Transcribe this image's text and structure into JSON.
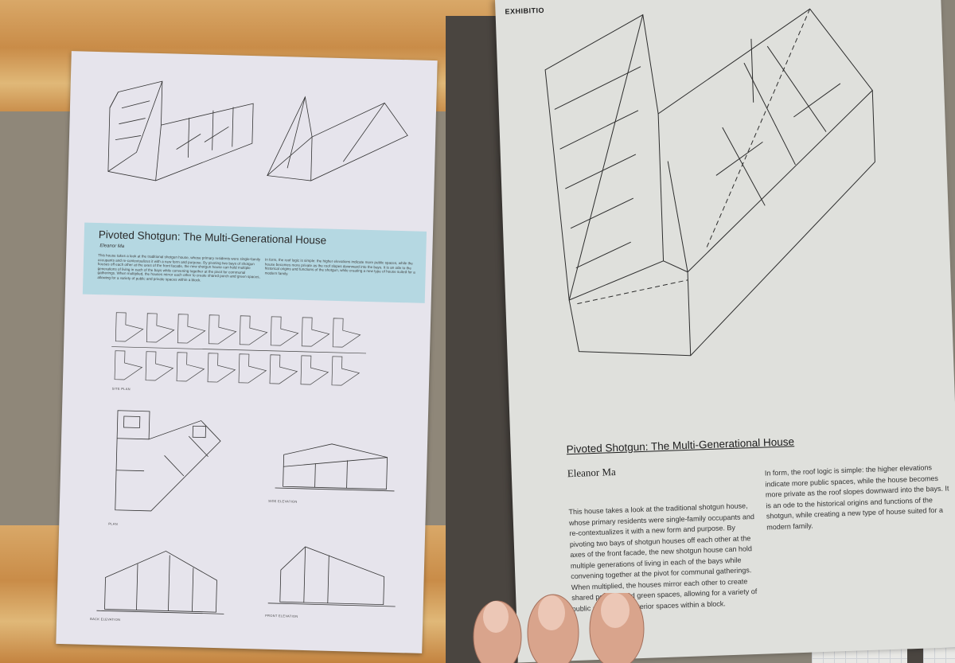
{
  "left_page": {
    "title": "Pivoted Shotgun: The Multi-Generational House",
    "author": "Eleanor Ma",
    "paragraph_left": "This house takes a look at the traditional shotgun house, whose primary residents were single-family occupants and re-contextualizes it with a new form and purpose. By pivoting two bays of shotgun houses off each other at the axes of the front facade, the new shotgun house can hold multiple generations of living in each of the bays while convening together at the pivot for communal gatherings. When multiplied, the houses mirror each other to create shared porch and green spaces, allowing for a variety of public and private spaces within a block.",
    "paragraph_right": "In form, the roof logic is simple: the higher elevations indicate more public spaces, while the house becomes more private as the roof slopes downward into the bays. It is an ode to the historical origins and functions of the shotgun, while creating a new type of house suited for a modern family.",
    "labels": {
      "site_plan": "SITE PLAN",
      "plan": "PLAN",
      "side_elevation": "SIDE ELEVATION",
      "back_elevation": "BACK ELEVATION",
      "front_elevation": "FRONT ELEVATION"
    }
  },
  "right_page": {
    "header": "EXHIBITIO",
    "title": "Pivoted Shotgun: The Multi-Generational House",
    "author": "Eleanor Ma",
    "paragraph_left": "This house takes a look at the traditional shotgun house, whose primary residents were single-family occupants and re-contextualizes it with a new form and purpose. By pivoting two bays of shotgun houses off each other at the axes of the front facade, the new shotgun house can hold multiple generations of living in each of the bays while convening together at the pivot for communal gatherings. When multiplied, the houses mirror each other to create shared porches and green spaces, allowing for a variety of public and private exterior spaces within a block.",
    "paragraph_right": "In form, the roof logic is simple: the higher elevations indicate more public spaces, while the house becomes more private as the roof slopes downward into the bays. It is an ode to the historical origins and functions of the shotgun, while creating a new type of house suited for a modern family."
  },
  "colors": {
    "blue_band": "#b5d8e2",
    "paper_left": "#e6e4ec",
    "paper_right": "#dfe0dc",
    "wood": "#d9a868"
  }
}
